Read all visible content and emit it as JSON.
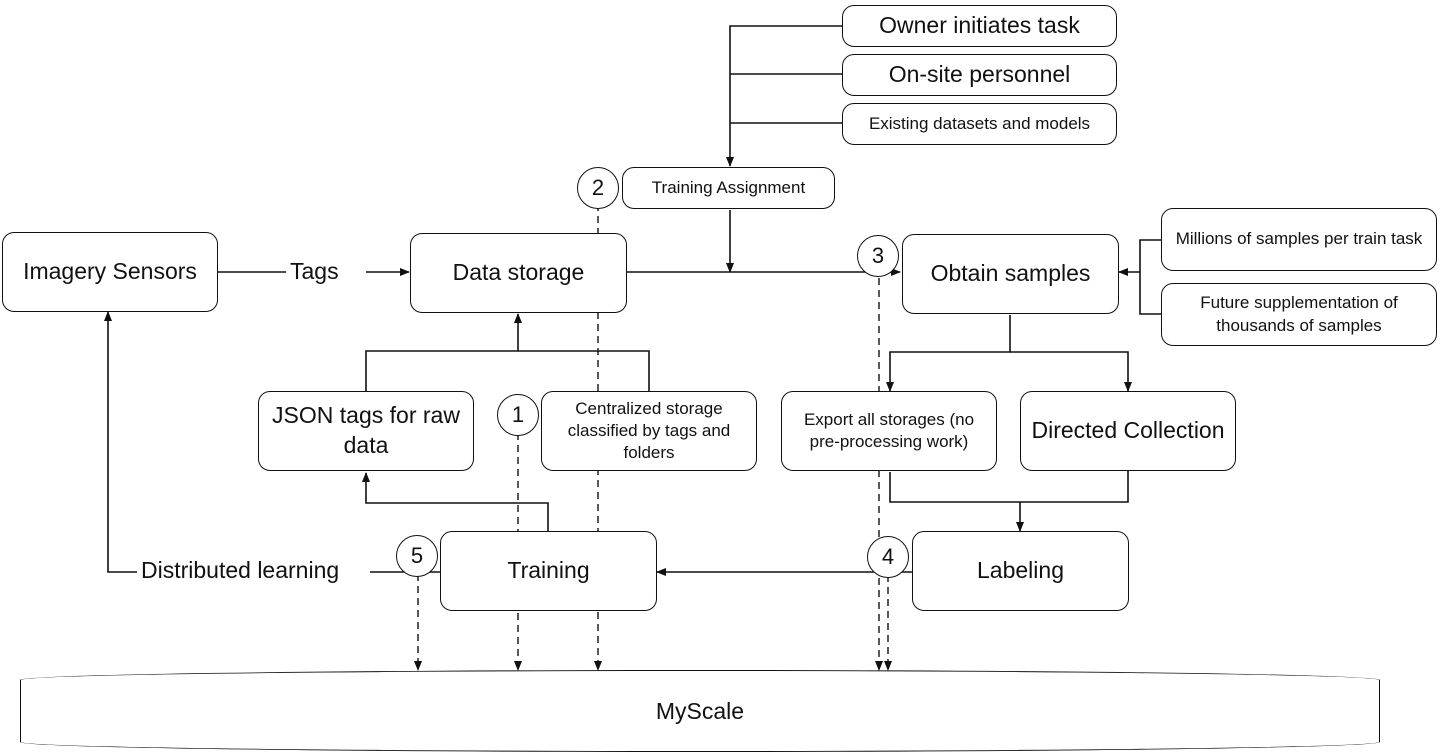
{
  "nodes": {
    "owner": "Owner initiates task",
    "personnel": "On-site personnel",
    "existing": "Existing datasets and models",
    "assignment": "Training Assignment",
    "sensors": "Imagery Sensors",
    "storage": "Data storage",
    "obtain": "Obtain samples",
    "millions": "Millions of samples per train task",
    "future": "Future supplementation of thousands of samples",
    "json_tags": "JSON tags for raw data",
    "centralized": "Centralized storage classified by tags and folders",
    "export": "Export all storages (no pre-processing work)",
    "directed": "Directed Collection",
    "training": "Training",
    "labeling": "Labeling",
    "myscale": "MyScale"
  },
  "edge_labels": {
    "tags": "Tags",
    "distributed": "Distributed learning"
  },
  "steps": [
    "1",
    "2",
    "3",
    "4",
    "5"
  ]
}
